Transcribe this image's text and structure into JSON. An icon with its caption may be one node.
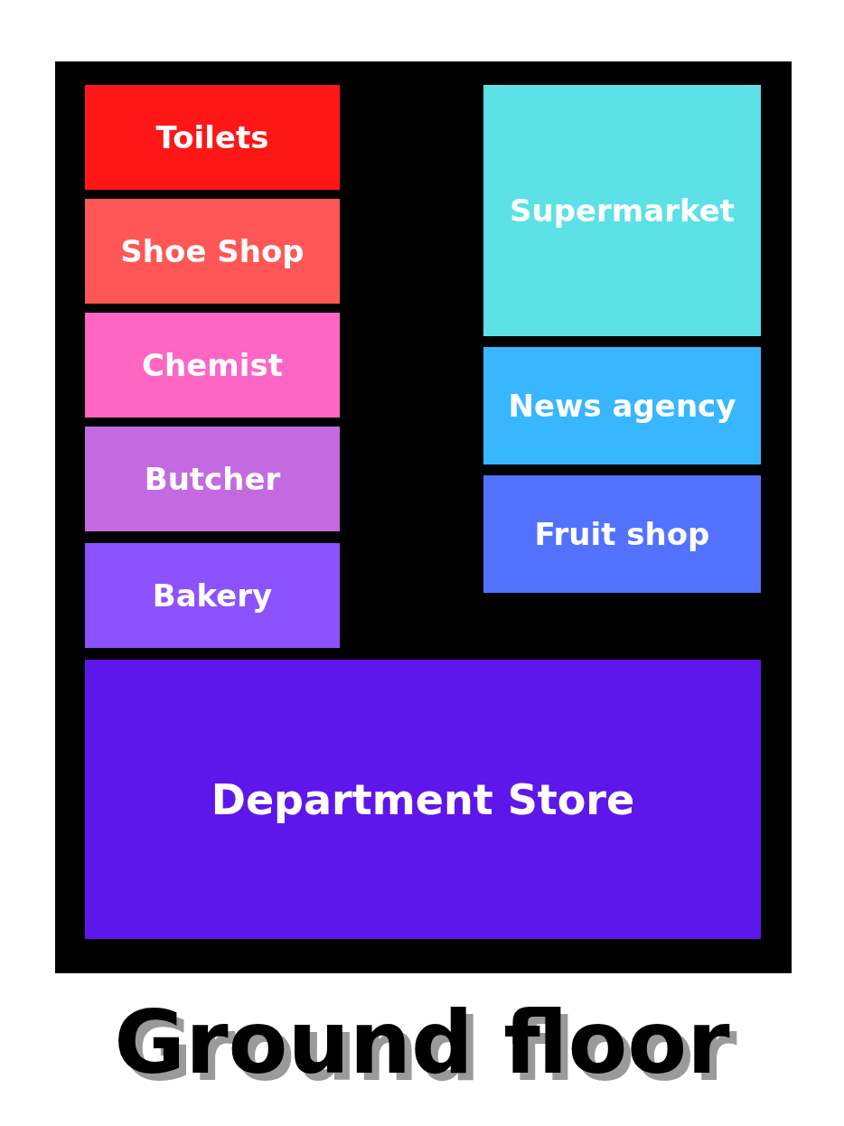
{
  "diagram": {
    "title": "Ground floor",
    "nodes": [
      {
        "text": [],
        "shape": "box"
      },
      {
        "text": [
          "Toilets"
        ],
        "in": 0
      },
      {
        "text": [
          "Shoe Shop"
        ],
        "in": 0
      },
      {
        "text": [
          "Chemist"
        ],
        "in": 0
      },
      {
        "text": [
          "Butcher"
        ],
        "in": 0
      },
      {
        "text": [
          "Bakery"
        ],
        "in": 0
      },
      {
        "text": [
          "Supermarket"
        ],
        "in": 0
      },
      {
        "text": [
          "News agency"
        ],
        "in": 0
      },
      {
        "text": [
          "Fruit shop"
        ],
        "in": 0
      },
      {
        "text": [
          "Department Store"
        ],
        "in": 0
      }
    ]
  }
}
